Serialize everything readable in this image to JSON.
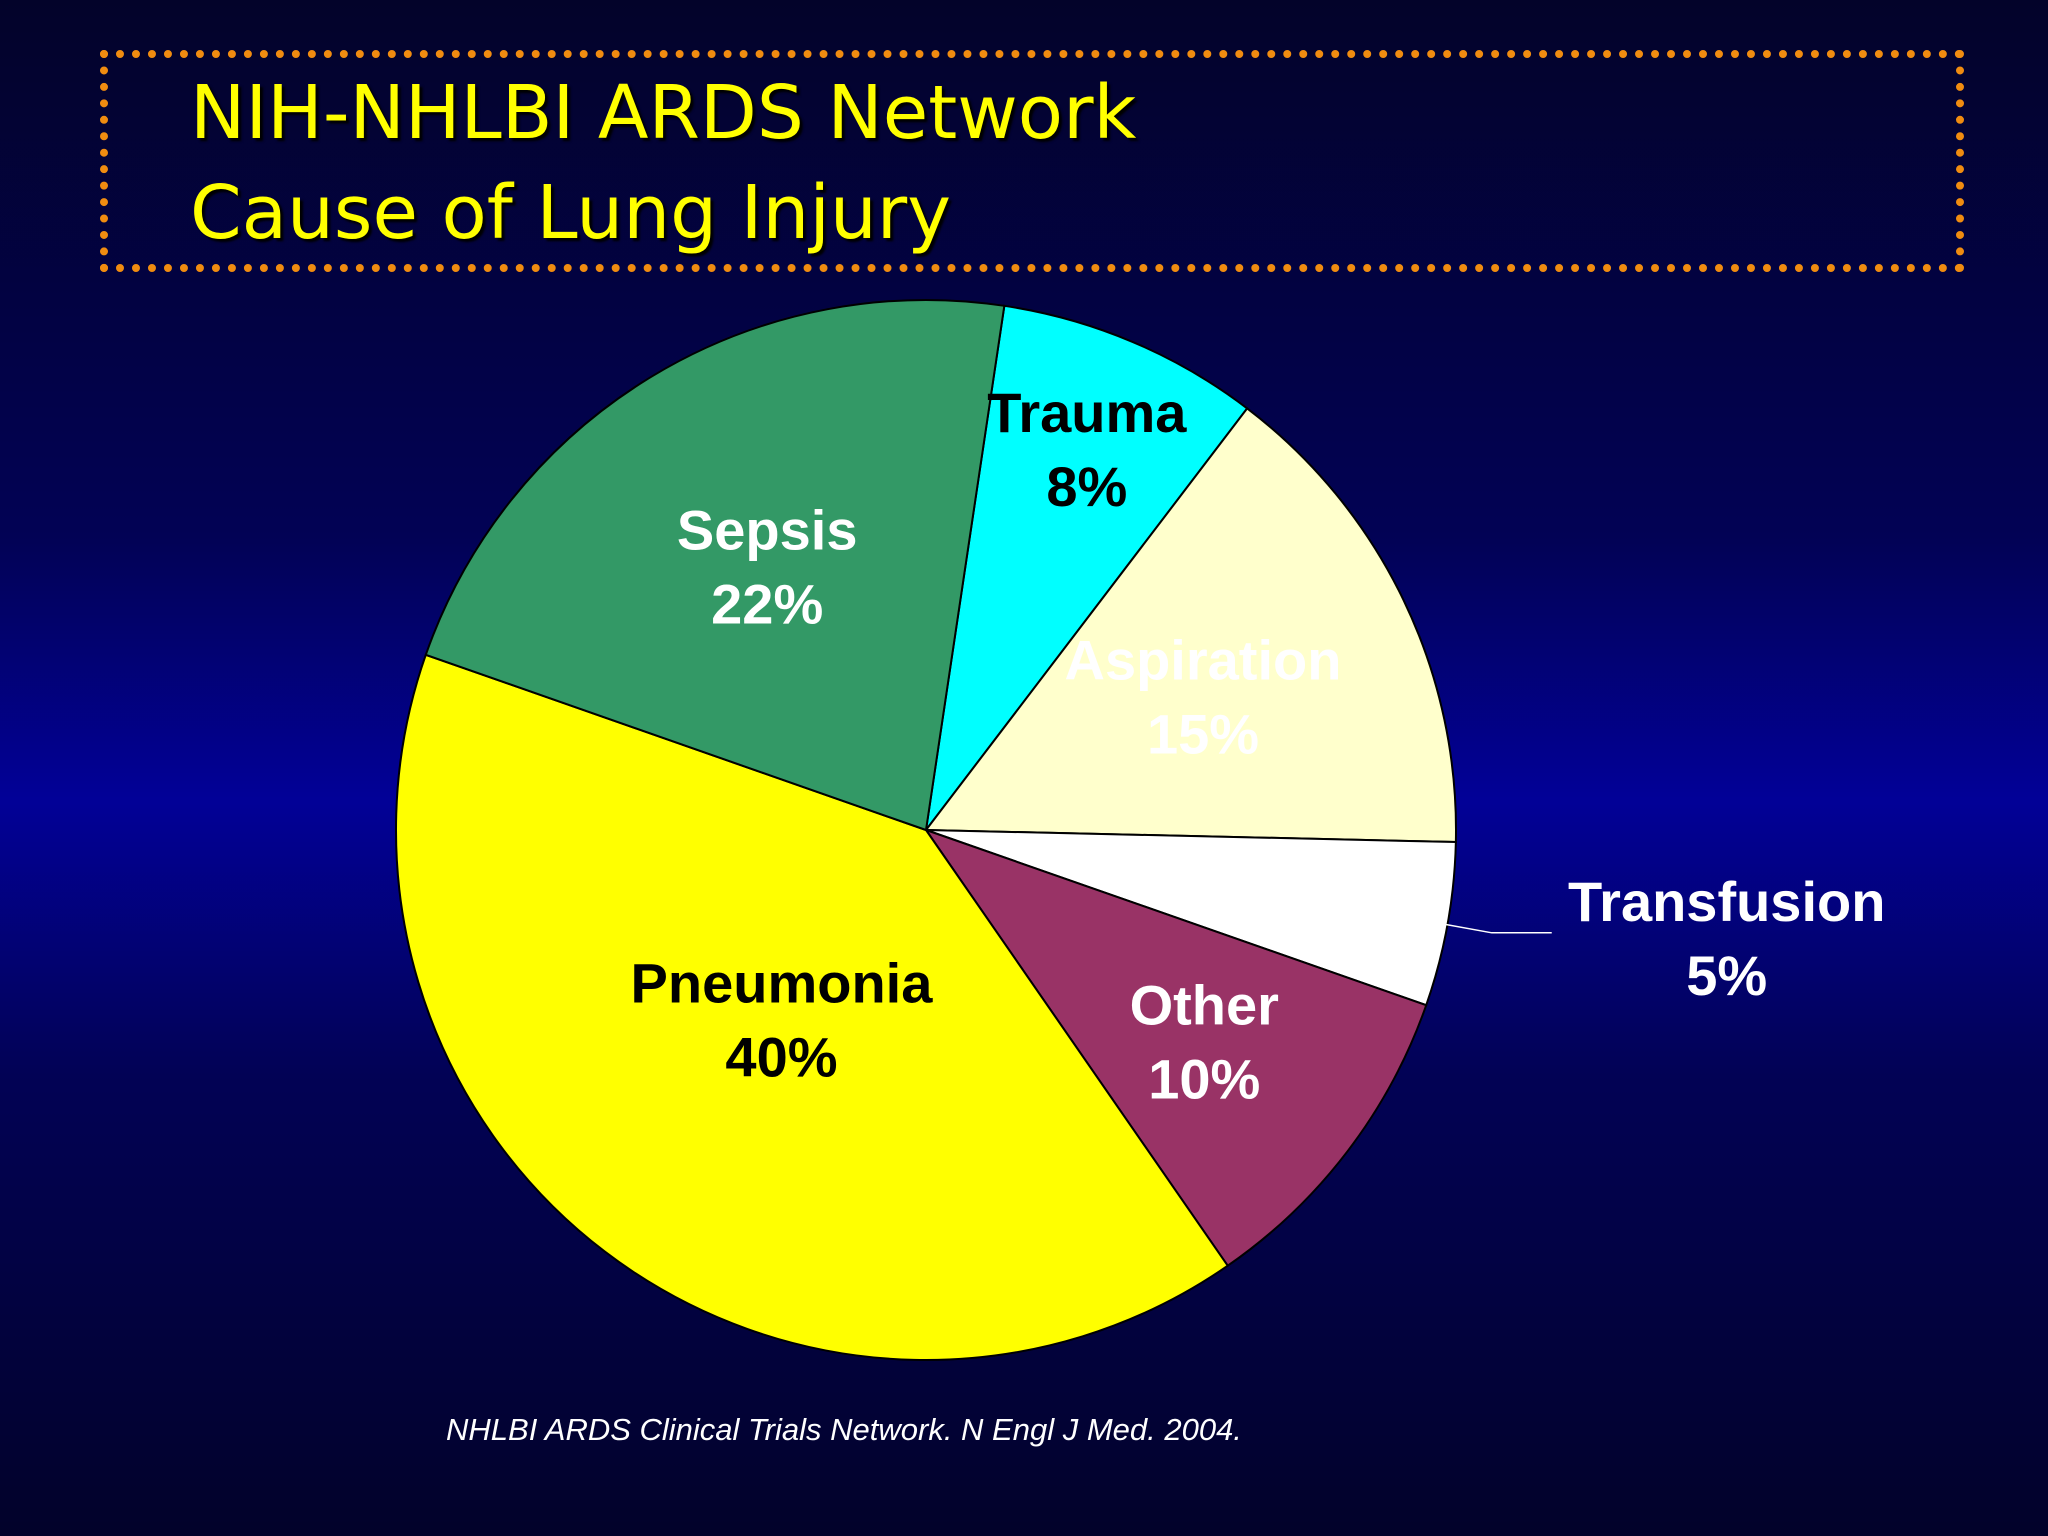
{
  "slide": {
    "title_line1": "NIH-NHLBI ARDS Network",
    "title_line2": "Cause of Lung Injury",
    "citation": "NHLBI ARDS Clinical Trials Network. N Engl J Med. 2004."
  },
  "colors": {
    "title_text": "#ffff00",
    "title_border": "#f08c10",
    "background_center": "#020197",
    "background_edge": "#02022a"
  },
  "chart_data": {
    "type": "pie",
    "title": "",
    "slices": [
      {
        "label": "Trauma",
        "value": 8,
        "value_label": "8%",
        "color": "#00ffff",
        "label_color": "#000000"
      },
      {
        "label": "Aspiration",
        "value": 15,
        "value_label": "15%",
        "color": "#ffffcc",
        "label_color": "#ffffff"
      },
      {
        "label": "Transfusion",
        "value": 5,
        "value_label": "5%",
        "color": "#ffffff",
        "label_color": "#ffffff",
        "label_outside": true
      },
      {
        "label": "Other",
        "value": 10,
        "value_label": "10%",
        "color": "#993366",
        "label_color": "#ffffff"
      },
      {
        "label": "Pneumonia",
        "value": 40,
        "value_label": "40%",
        "color": "#ffff00",
        "label_color": "#000000"
      },
      {
        "label": "Sepsis",
        "value": 22,
        "value_label": "22%",
        "color": "#339966",
        "label_color": "#ffffff"
      }
    ],
    "start_position": "slightly right of top, clockwise",
    "legend": "none (labels on slices)"
  }
}
